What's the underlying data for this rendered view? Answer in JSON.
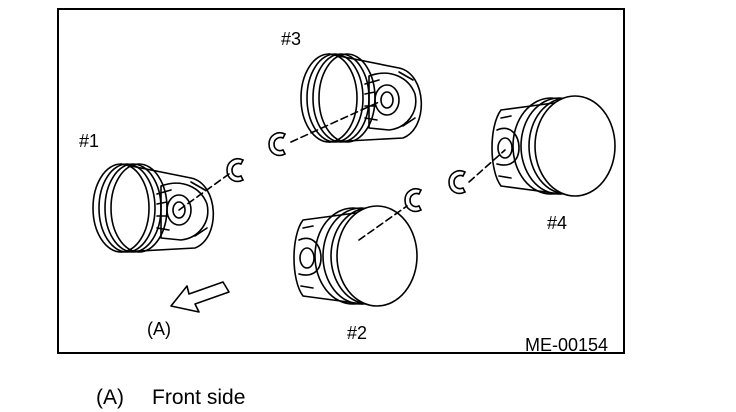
{
  "diagram": {
    "figure_code": "ME-00154",
    "labels": {
      "piston_1": "#1",
      "piston_2": "#2",
      "piston_3": "#3",
      "piston_4": "#4",
      "arrow": "(A)"
    }
  },
  "legend": {
    "key": "(A)",
    "text": "Front side"
  },
  "icons": {
    "arrow": "front-direction-arrow",
    "piston": "piston-illustration",
    "clip": "circlip-ring"
  }
}
